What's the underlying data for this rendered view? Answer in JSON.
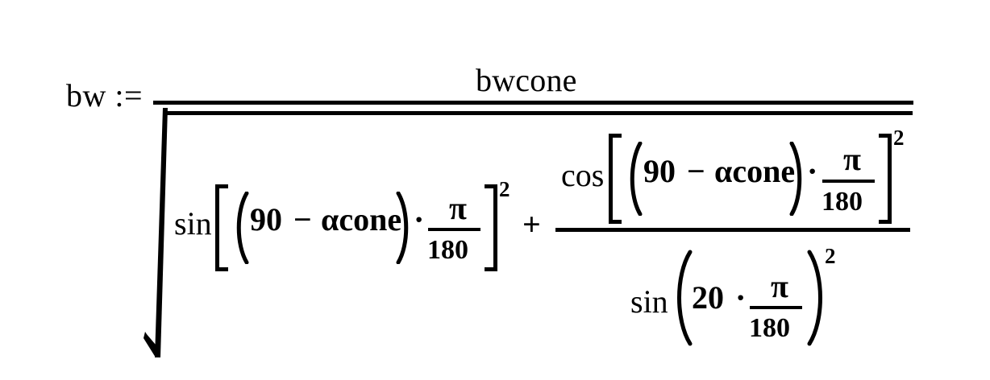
{
  "document": {
    "kind": "math-formula",
    "background_color": "#ffffff",
    "ink_color": "#000000"
  },
  "equation": {
    "name": "beamwidth-formula",
    "assignment": {
      "variable": "bw",
      "operator": ":=",
      "label": "bw :="
    },
    "numerator": {
      "text": "bwcone"
    },
    "denominator": {
      "radical_glyph": "√",
      "term_1": {
        "function": "sin",
        "bracket_open": "[",
        "bracket_close": "]",
        "inner": {
          "paren_open": "(",
          "operand_a": "90",
          "operator": "−",
          "operand_b": "αcone",
          "paren_close": ")",
          "mul": "·",
          "fraction_numerator": "π",
          "fraction_denominator": "180"
        },
        "exponent": "2"
      },
      "operator": "+",
      "term_2": {
        "numerator": {
          "function": "cos",
          "bracket_open": "[",
          "bracket_close": "]",
          "inner": {
            "paren_open": "(",
            "operand_a": "90",
            "operator": "−",
            "operand_b": "αcone",
            "paren_close": ")",
            "mul": "·",
            "fraction_numerator": "π",
            "fraction_denominator": "180"
          },
          "exponent": "2"
        },
        "denominator": {
          "function": "sin",
          "paren_open": "(",
          "paren_close": ")",
          "inner": {
            "operand_a": "20",
            "mul": "·",
            "fraction_numerator": "π",
            "fraction_denominator": "180"
          },
          "exponent": "2"
        }
      }
    },
    "plain_text": "bw := bwcone / sqrt( sin[(90 - αcone)·π/180]^2 + cos[(90 - αcone)·π/180]^2 / sin(20·π/180)^2 )"
  }
}
